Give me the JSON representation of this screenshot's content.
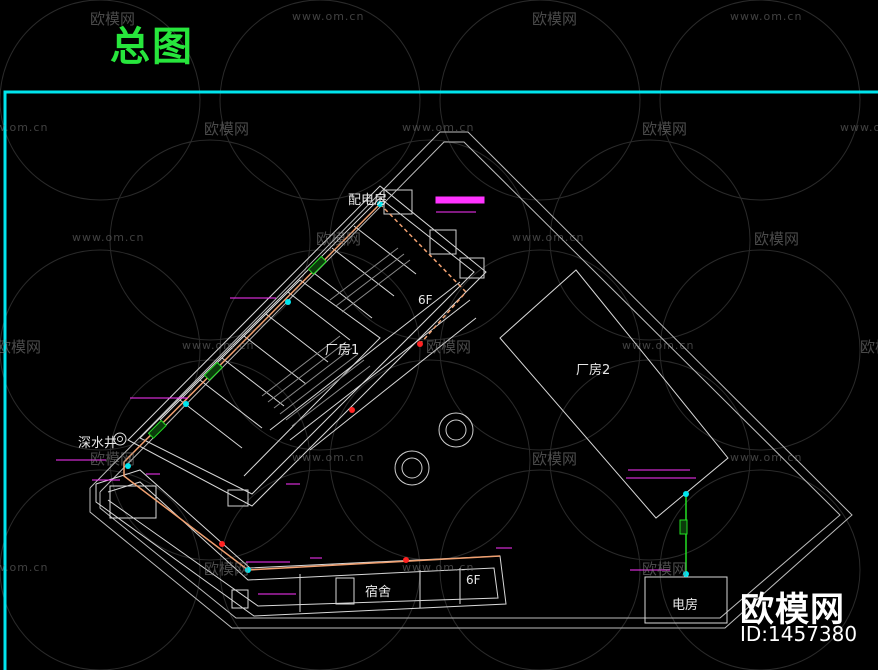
{
  "drawing": {
    "title": "总图",
    "rooms": {
      "substation_top": "配电房",
      "factory1": "厂房1",
      "factory1_floors": "6F",
      "factory2": "厂房2",
      "dorm": "宿舍",
      "dorm_floors": "6F",
      "well": "深水井",
      "power_room": "电房"
    }
  },
  "watermark": {
    "url": "www.om.cn",
    "cn": "欧模网",
    "brand": "欧模网",
    "id": "ID:1457380"
  },
  "colors": {
    "background": "#000000",
    "boundary": "#00e5ee",
    "walls": "#d8d8d8",
    "title": "#27e63c",
    "cable": "#f0a070",
    "annotation": "#ff33ff",
    "green_tag": "#22dd22"
  }
}
